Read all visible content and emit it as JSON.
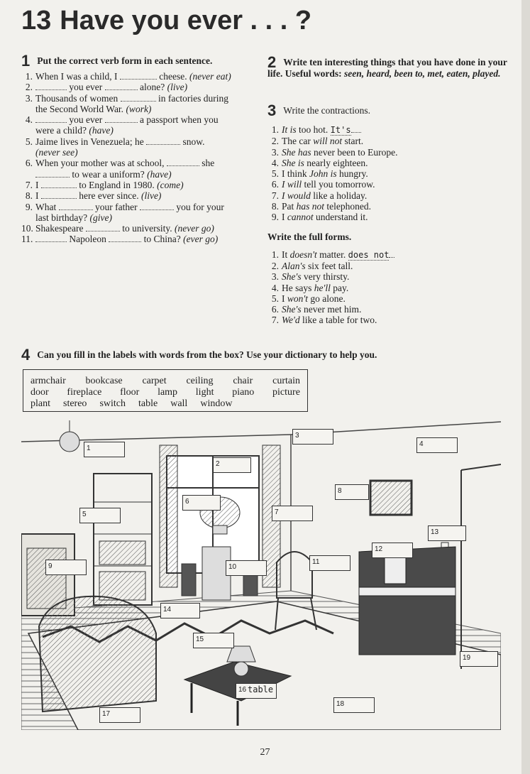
{
  "title": {
    "number": "13",
    "text": "Have you ever . . . ?"
  },
  "ex1": {
    "num": "1",
    "instruction": "Put the correct verb form in each sentence.",
    "items": [
      {
        "n": "1.",
        "a": "When I was a child, I ",
        "b": " cheese. ",
        "c": "(never eat)"
      },
      {
        "n": "2.",
        "a": "",
        "b": " you ever ",
        "c": " alone? ",
        "d": "(live)"
      },
      {
        "n": "3.",
        "a": "Thousands of women ",
        "b": " in factories during",
        "l2": "the Second World War. ",
        "c": "(work)"
      },
      {
        "n": "4.",
        "a": "",
        "b": " you ever ",
        "c": " a passport when you",
        "l2": "were a child? ",
        "d": "(have)"
      },
      {
        "n": "5.",
        "a": "Jaime lives in Venezuela; he ",
        "b": " snow.",
        "l2": "(never see)"
      },
      {
        "n": "6.",
        "a": "When your mother was at school, ",
        "b": " she",
        "l2b": " to wear a uniform? ",
        "c": "(have)"
      },
      {
        "n": "7.",
        "a": "I ",
        "b": " to England in 1980. ",
        "c": "(come)"
      },
      {
        "n": "8.",
        "a": "I ",
        "b": " here ever since. ",
        "c": "(live)"
      },
      {
        "n": "9.",
        "a": "What ",
        "b": " your father ",
        "c": " you for your",
        "l2": "last birthday? ",
        "d": "(give)"
      },
      {
        "n": "10.",
        "a": "Shakespeare ",
        "b": " to university. ",
        "c": "(never go)"
      },
      {
        "n": "11.",
        "a": "",
        "b": " Napoleon ",
        "c": " to China? ",
        "d": "(ever go)"
      }
    ]
  },
  "ex2": {
    "num": "2",
    "instruction_a": "Write ten interesting things that you have done in your life. Useful words: ",
    "instruction_b": "seen, heard, been to, met, eaten, played."
  },
  "ex3": {
    "num": "3",
    "instruction": "Write the contractions.",
    "items": [
      {
        "n": "1.",
        "i": "It is",
        "r": " too hot. ",
        "hw": "It's"
      },
      {
        "n": "2.",
        "p": "The car ",
        "i": "will not",
        "r": " start."
      },
      {
        "n": "3.",
        "i": "She has",
        "r": " never been to Europe."
      },
      {
        "n": "4.",
        "i": "She is",
        "r": " nearly eighteen."
      },
      {
        "n": "5.",
        "p": "I think ",
        "i": "John is",
        "r": " hungry."
      },
      {
        "n": "6.",
        "i": "I will",
        "r": " tell you tomorrow."
      },
      {
        "n": "7.",
        "i": "I would",
        "r": " like a holiday."
      },
      {
        "n": "8.",
        "p": "Pat ",
        "i": "has not",
        "r": " telephoned."
      },
      {
        "n": "9.",
        "p": "I ",
        "i": "cannot",
        "r": " understand it."
      }
    ],
    "subhead": "Write the full forms.",
    "items2": [
      {
        "n": "1.",
        "p": "It ",
        "i": "doesn't",
        "r": " matter. ",
        "hw": "does not"
      },
      {
        "n": "2.",
        "i": "Alan's",
        "r": " six feet tall."
      },
      {
        "n": "3.",
        "i": "She's",
        "r": " very thirsty."
      },
      {
        "n": "4.",
        "p": "He says ",
        "i": "he'll",
        "r": " pay."
      },
      {
        "n": "5.",
        "p": "I ",
        "i": "won't",
        "r": " go alone."
      },
      {
        "n": "6.",
        "i": "She's",
        "r": " never met him."
      },
      {
        "n": "7.",
        "i": "We'd",
        "r": " like a table for two."
      }
    ]
  },
  "ex4": {
    "num": "4",
    "instruction": "Can you fill in the labels with words from the box? Use your dictionary to help you.",
    "box_row1": [
      "armchair",
      "bookcase",
      "carpet",
      "ceiling",
      "chair",
      "curtain"
    ],
    "box_row2": [
      "door",
      "fireplace",
      "floor",
      "lamp",
      "light",
      "piano",
      "picture"
    ],
    "box_row3": [
      "plant",
      "stereo",
      "switch",
      "table",
      "wall",
      "window"
    ],
    "labels": [
      {
        "n": "1",
        "t": ""
      },
      {
        "n": "2",
        "t": ""
      },
      {
        "n": "3",
        "t": ""
      },
      {
        "n": "4",
        "t": ""
      },
      {
        "n": "5",
        "t": ""
      },
      {
        "n": "6",
        "t": ""
      },
      {
        "n": "7",
        "t": ""
      },
      {
        "n": "8",
        "t": ""
      },
      {
        "n": "9",
        "t": ""
      },
      {
        "n": "10",
        "t": ""
      },
      {
        "n": "11",
        "t": ""
      },
      {
        "n": "12",
        "t": ""
      },
      {
        "n": "13",
        "t": ""
      },
      {
        "n": "14",
        "t": ""
      },
      {
        "n": "15",
        "t": ""
      },
      {
        "n": "16",
        "t": "table"
      },
      {
        "n": "17",
        "t": ""
      },
      {
        "n": "18",
        "t": ""
      },
      {
        "n": "19",
        "t": ""
      }
    ]
  },
  "page_number": "27"
}
